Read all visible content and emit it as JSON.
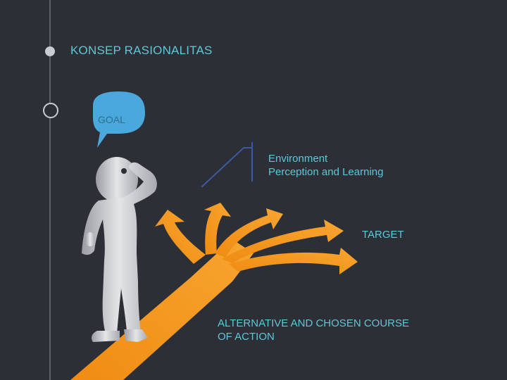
{
  "title": "KONSEP RASIONALITAS",
  "goal_bubble": "GOAL",
  "environment": {
    "line1": "Environment",
    "line2": "Perception and Learning"
  },
  "target": "TARGET",
  "alternative": {
    "line1": "ALTERNATIVE AND CHOSEN COURSE",
    "line2": "OF ACTION"
  },
  "colors": {
    "background": "#2c2f36",
    "accent_text": "#5ec8d8",
    "arrows": "#f39a1f",
    "bubble": "#4aa8dc",
    "timeline": "#5d6069"
  }
}
